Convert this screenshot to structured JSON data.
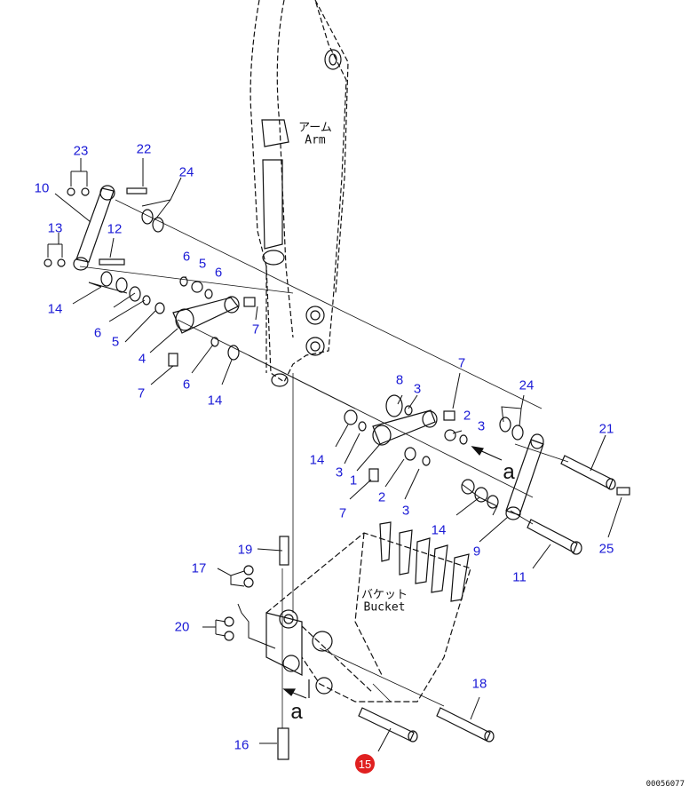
{
  "diagram": {
    "title": "Arm to Bucket Linkage Parts Diagram",
    "document_number": "00056077",
    "labels": {
      "arm_jp": "アーム",
      "arm_en": "Arm",
      "bucket_jp": "バケット",
      "bucket_en": "Bucket",
      "view_a_top": "a",
      "view_a_bottom": "a"
    },
    "highlighted_part": "15",
    "callouts": [
      {
        "id": "c23",
        "num": "23"
      },
      {
        "id": "c22",
        "num": "22"
      },
      {
        "id": "c24a",
        "num": "24"
      },
      {
        "id": "c10",
        "num": "10"
      },
      {
        "id": "c13",
        "num": "13"
      },
      {
        "id": "c12",
        "num": "12"
      },
      {
        "id": "c6a",
        "num": "6"
      },
      {
        "id": "c5a",
        "num": "5"
      },
      {
        "id": "c6b",
        "num": "6"
      },
      {
        "id": "c14a",
        "num": "14"
      },
      {
        "id": "c7a",
        "num": "7"
      },
      {
        "id": "c6c",
        "num": "6"
      },
      {
        "id": "c5b",
        "num": "5"
      },
      {
        "id": "c4",
        "num": "4"
      },
      {
        "id": "c7b",
        "num": "7"
      },
      {
        "id": "c6d",
        "num": "6"
      },
      {
        "id": "c14b",
        "num": "14"
      },
      {
        "id": "c8",
        "num": "8"
      },
      {
        "id": "c3a",
        "num": "3"
      },
      {
        "id": "c7c",
        "num": "7"
      },
      {
        "id": "c24b",
        "num": "24"
      },
      {
        "id": "c2a",
        "num": "2"
      },
      {
        "id": "c3b",
        "num": "3"
      },
      {
        "id": "c21",
        "num": "21"
      },
      {
        "id": "c14c",
        "num": "14"
      },
      {
        "id": "c3c",
        "num": "3"
      },
      {
        "id": "c1",
        "num": "1"
      },
      {
        "id": "c2b",
        "num": "2"
      },
      {
        "id": "c7d",
        "num": "7"
      },
      {
        "id": "c3d",
        "num": "3"
      },
      {
        "id": "c14d",
        "num": "14"
      },
      {
        "id": "c9",
        "num": "9"
      },
      {
        "id": "c25",
        "num": "25"
      },
      {
        "id": "c11",
        "num": "11"
      },
      {
        "id": "c19",
        "num": "19"
      },
      {
        "id": "c17",
        "num": "17"
      },
      {
        "id": "c20",
        "num": "20"
      },
      {
        "id": "c18",
        "num": "18"
      },
      {
        "id": "c16",
        "num": "16"
      },
      {
        "id": "c15",
        "num": "15"
      }
    ]
  }
}
